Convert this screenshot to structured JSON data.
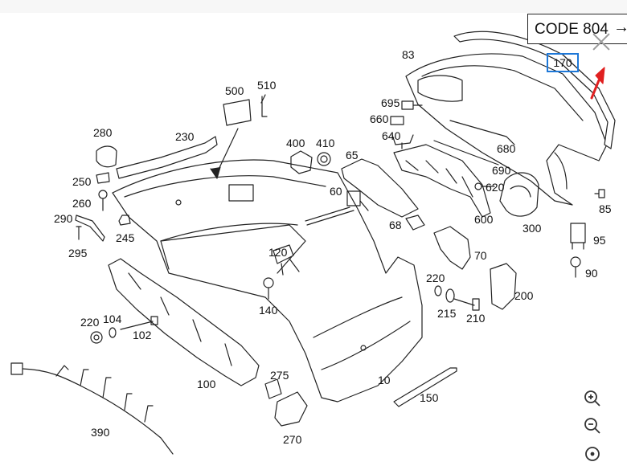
{
  "header": {
    "code_label": "CODE 804",
    "arrow_icon": "arrow-right-icon"
  },
  "highlight": {
    "part": "170",
    "color": "#1e78d8"
  },
  "pointer_arrow_color": "#e02020",
  "parts": {
    "p83": "83",
    "p170": "170",
    "p695": "695",
    "p660": "660",
    "p640": "640",
    "p680": "680",
    "p690": "690",
    "p620": "620",
    "p600": "600",
    "p300": "300",
    "p85": "85",
    "p95": "95",
    "p90": "90",
    "p500": "500",
    "p510": "510",
    "p280": "280",
    "p230": "230",
    "p400": "400",
    "p410": "410",
    "p65": "65",
    "p60": "60",
    "p250": "250",
    "p260": "260",
    "p290": "290",
    "p245": "245",
    "p295": "295",
    "p68": "68",
    "p120": "120",
    "p70": "70",
    "p140": "140",
    "p220a": "220",
    "p215": "215",
    "p210": "210",
    "p200": "200",
    "p220b": "220",
    "p104": "104",
    "p102": "102",
    "p100": "100",
    "p275": "275",
    "p10": "10",
    "p150": "150",
    "p270": "270",
    "p390": "390"
  },
  "zoom_controls": [
    "zoom-in-icon",
    "zoom-out-icon",
    "zoom-reset-icon"
  ]
}
